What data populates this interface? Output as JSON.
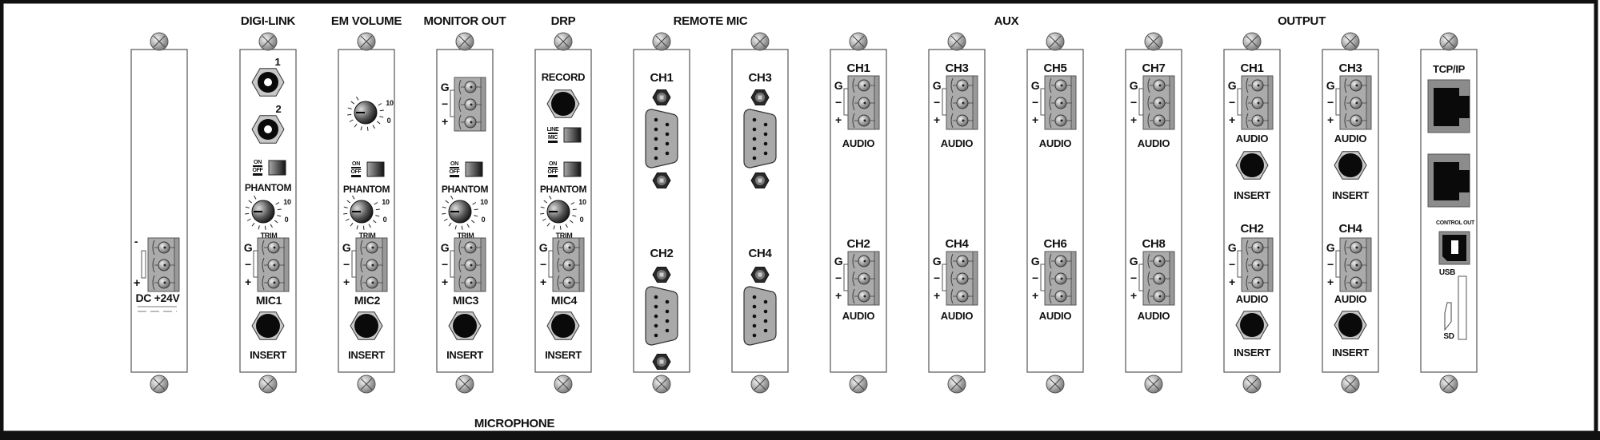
{
  "headers": {
    "digi_link": "DIGI-LINK",
    "em_volume": "EM VOLUME",
    "monitor_out": "MONITOR OUT",
    "drp": "DRP",
    "remote_mic": "REMOTE MIC",
    "aux": "AUX",
    "output": "OUTPUT",
    "microphone": "MICROPHONE"
  },
  "power": {
    "minus": "-",
    "plus": "+",
    "label": "DC +24V"
  },
  "digi_link": {
    "port1": "1",
    "port2": "2"
  },
  "phantom": {
    "on": "ON",
    "off": "OFF",
    "label": "PHANTOM"
  },
  "trim": {
    "label": "TRIM",
    "max": "10",
    "min": "0"
  },
  "volume": {
    "max": "10",
    "min": "0"
  },
  "terminal": {
    "g": "G",
    "minus": "−",
    "plus": "+"
  },
  "mic_labels": [
    "MIC1",
    "MIC2",
    "MIC3",
    "MIC4"
  ],
  "insert": "INSERT",
  "drp": {
    "record": "RECORD",
    "line": "LINE",
    "mic": "MIC"
  },
  "remote_mic": {
    "channels": [
      "CH1",
      "CH2",
      "CH3",
      "CH4"
    ]
  },
  "aux": {
    "channels": [
      "CH1",
      "CH2",
      "CH3",
      "CH4",
      "CH5",
      "CH6",
      "CH7",
      "CH8"
    ],
    "audio": "AUDIO"
  },
  "output": {
    "channels": [
      "CH1",
      "CH2",
      "CH3",
      "CH4"
    ],
    "audio": "AUDIO",
    "insert": "INSERT"
  },
  "network": {
    "tcpip": "TCP/IP",
    "control_out": "CONTROL OUT",
    "usb": "USB",
    "sd": "SD"
  }
}
